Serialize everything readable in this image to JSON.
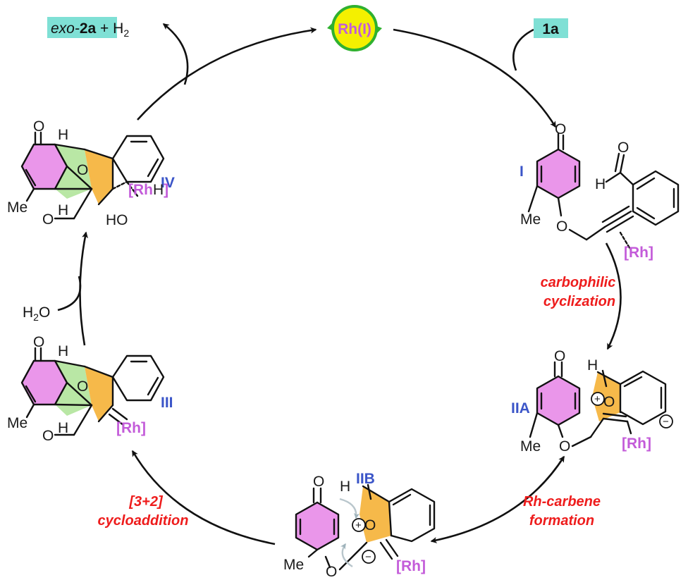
{
  "catalyst": {
    "label": "Rh(I)",
    "fill": "#f4f000",
    "ring": "#2fb12f"
  },
  "reagent": {
    "label": "1a",
    "highlight": "#7fe0d5"
  },
  "product": {
    "prefix": "exo-",
    "bold": "2a",
    "suffix": " + H",
    "sub": "2"
  },
  "water": {
    "label": "H",
    "sub": "2",
    "tail": "O"
  },
  "intermediates": {
    "I": "I",
    "IIA": "IIA",
    "IIB": "IIB",
    "III": "III",
    "IV": "IV"
  },
  "steps": {
    "carbophilic_1": "carbophilic",
    "carbophilic_2": "cyclization",
    "carbene_1": "Rh-carbene",
    "carbene_2": "formation",
    "cyclo_1": "[3+2]",
    "cyclo_2": "cycloaddition"
  },
  "atoms": {
    "O": "O",
    "H": "H",
    "Me": "Me",
    "HO": "HO",
    "Rh": "[Rh]",
    "RhH_rh": "[Rh",
    "RhH_h": "H",
    "RhH_close": "]",
    "plus": "+",
    "minus": "−"
  },
  "colors": {
    "pink_ring": "#ea96ea",
    "orange_ring": "#f6b94a",
    "green_ring": "#b9e7a5",
    "rh_label": "#c35bd9",
    "roman_numerals": "#3b55c8",
    "step_labels": "#ee1c1c"
  }
}
